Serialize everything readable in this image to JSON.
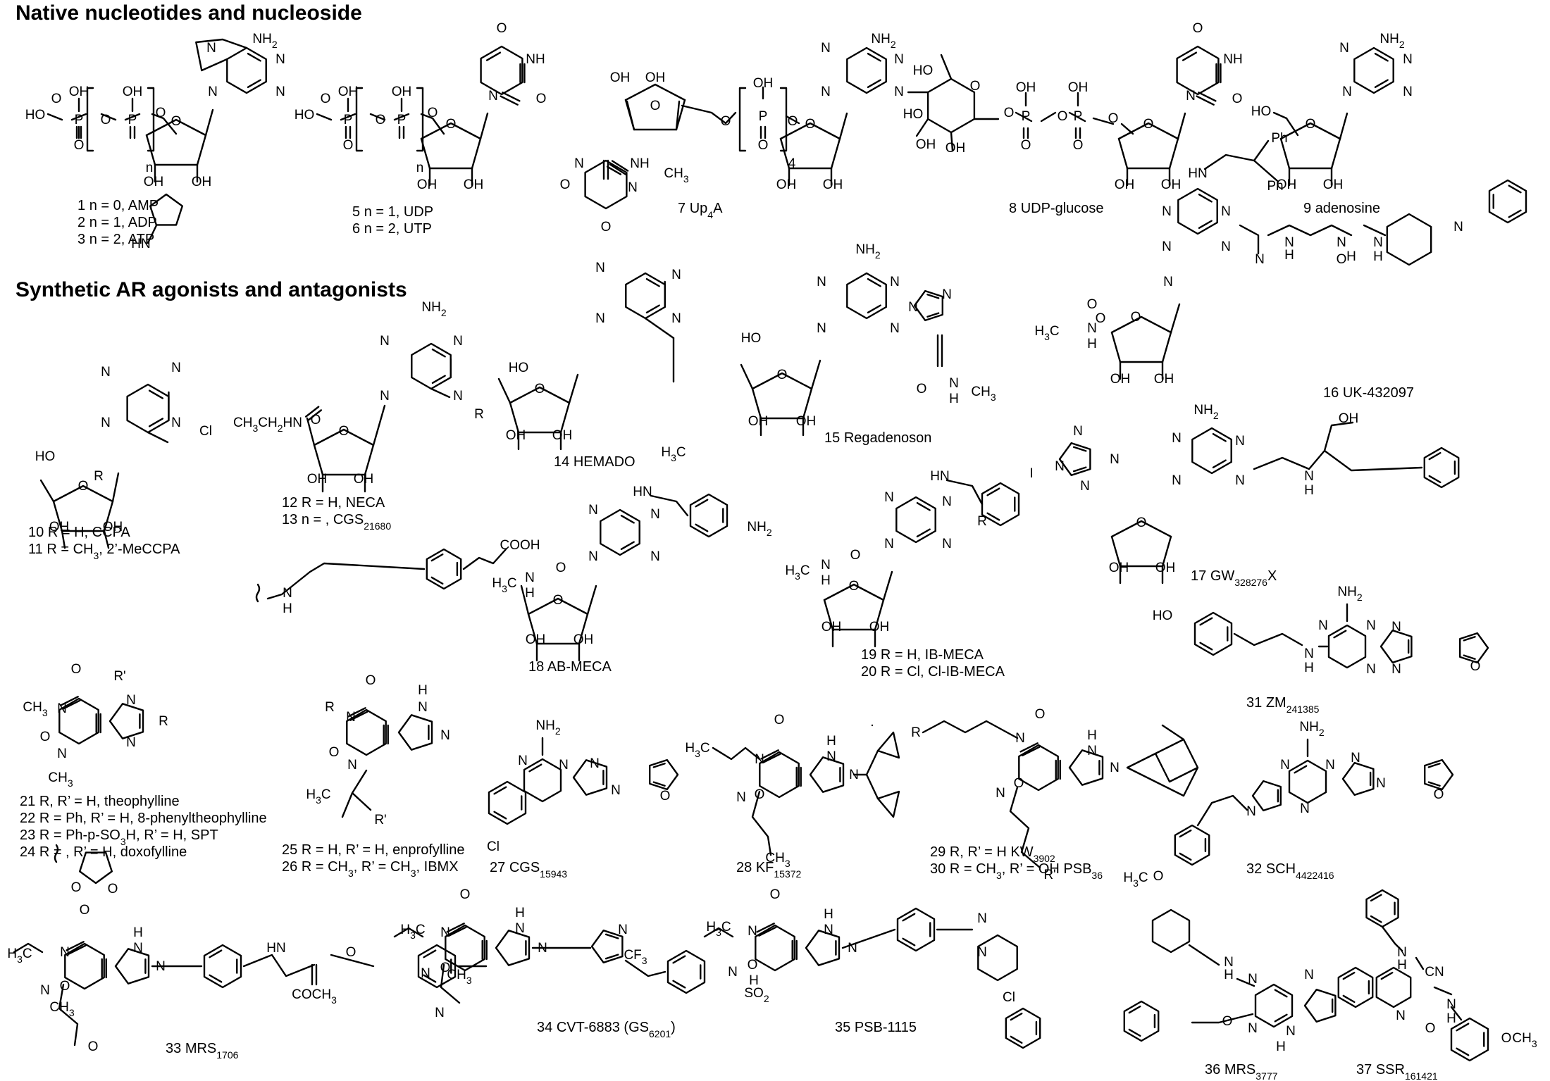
{
  "sections": [
    {
      "title": "Native nucleotides and nucleoside"
    },
    {
      "title": "Synthetic AR agonists and antagonists"
    }
  ],
  "compounds": [
    {
      "lines": [
        "1  n = 0, AMP",
        "2  n = 1, ADP",
        "3  n = 2, ATP"
      ],
      "atoms": [
        "HO",
        "P",
        "OH",
        "O",
        "P",
        "OH",
        "O",
        "O",
        "O",
        "n",
        "O",
        "OH",
        "OH",
        "N",
        "N",
        "N",
        "N",
        "NH2"
      ]
    },
    {
      "lines": [
        "5  n = 1, UDP",
        "6  n = 2, UTP"
      ],
      "atoms": [
        "HO",
        "P",
        "OH",
        "O",
        "P",
        "OH",
        "O",
        "O",
        "O",
        "n",
        "O",
        "OH",
        "OH",
        "N",
        "NH",
        "O",
        "O"
      ]
    },
    {
      "lines": [
        "7  Up4A"
      ],
      "atoms": [
        "OH",
        "OH",
        "O",
        "N",
        "NH",
        "O",
        "O",
        "O",
        "P",
        "OH",
        "O",
        "O",
        "4",
        "O",
        "OH",
        "OH",
        "N",
        "N",
        "N",
        "N",
        "NH2"
      ]
    },
    {
      "lines": [
        "8  UDP-glucose"
      ],
      "atoms": [
        "HO",
        "HO",
        "OH",
        "OH",
        "O",
        "O",
        "P",
        "OH",
        "O",
        "O",
        "P",
        "OH",
        "O",
        "O",
        "O",
        "OH",
        "OH",
        "N",
        "NH",
        "O",
        "O"
      ]
    },
    {
      "lines": [
        "9  adenosine"
      ],
      "atoms": [
        "HO",
        "O",
        "OH",
        "OH",
        "N",
        "N",
        "N",
        "N",
        "NH2"
      ]
    },
    {
      "lines": [
        "10  R = H, CCPA",
        "11  R = CH3, 2’-MeCCPA"
      ],
      "atoms": [
        "HN",
        "N",
        "N",
        "N",
        "N",
        "Cl",
        "HO",
        "O",
        "R",
        "OH",
        "OH"
      ]
    },
    {
      "lines": [
        "12  R = H, NECA",
        "13  n =        , CGS21680"
      ],
      "atoms": [
        "NH2",
        "N",
        "N",
        "N",
        "N",
        "R",
        "CH3CH2HN",
        "O",
        "O",
        "OH",
        "OH",
        "N",
        "H",
        "COOH"
      ]
    },
    {
      "lines": [
        "14  HEMADO"
      ],
      "atoms": [
        "N",
        "CH3",
        "N",
        "N",
        "N",
        "N",
        "HO",
        "O",
        "OH",
        "OH",
        "H3C"
      ]
    },
    {
      "lines": [
        "15  Regadenoson"
      ],
      "atoms": [
        "NH2",
        "N",
        "N",
        "N",
        "N",
        "N",
        "N",
        "HO",
        "O",
        "OH",
        "OH",
        "O",
        "N",
        "H",
        "CH3"
      ]
    },
    {
      "lines": [
        "16  UK-432097"
      ],
      "atoms": [
        "HN",
        "Ph",
        "Ph",
        "N",
        "N",
        "N",
        "N",
        "N",
        "N",
        "O",
        "O",
        "N",
        "H",
        "N",
        "H",
        "N",
        "H",
        "H3C",
        "N",
        "H",
        "O",
        "O",
        "OH",
        "OH",
        "N"
      ]
    },
    {
      "lines": [
        "17 GW328276X"
      ],
      "atoms": [
        "NH2",
        "N",
        "N",
        "N",
        "N",
        "N",
        "H",
        "OH",
        "N",
        "N",
        "N",
        "N",
        "O",
        "OH",
        "OH"
      ]
    },
    {
      "lines": [
        "18  AB-MECA"
      ],
      "atoms": [
        "HN",
        "NH2",
        "N",
        "N",
        "N",
        "N",
        "H3C",
        "N",
        "H",
        "O",
        "O",
        "OH",
        "OH"
      ]
    },
    {
      "lines": [
        "19  R = H, IB-MECA",
        "20  R = Cl,  Cl-IB-MECA"
      ],
      "atoms": [
        "HN",
        "I",
        "N",
        "N",
        "N",
        "N",
        "R",
        "H3C",
        "N",
        "H",
        "O",
        "O",
        "OH",
        "OH"
      ]
    },
    {
      "lines": [
        "21  R, R’ = H,  theophylline",
        "22  R = Ph, R’ = H, 8-phenyltheophylline",
        "23  R = Ph-p-SO3H, R’ = H, SPT",
        "24  R =       , R’ = H,  doxofylline"
      ],
      "atoms": [
        "CH3",
        "N",
        "O",
        "N",
        "R'",
        "R",
        "N",
        "O",
        "N",
        "CH3",
        "O",
        "O"
      ]
    },
    {
      "lines": [
        "25  R = H, R’ = H, enprofylline",
        "26  R = CH3, R’ = CH3, IBMX"
      ],
      "atoms": [
        "R",
        "N",
        "O",
        "H",
        "N",
        "N",
        "O",
        "N",
        "H3C",
        "R'"
      ]
    },
    {
      "lines": [
        "27  CGS15943"
      ],
      "atoms": [
        "NH2",
        "N",
        "N",
        "N",
        "N",
        "O",
        "Cl"
      ]
    },
    {
      "lines": [
        "28  KF15372"
      ],
      "atoms": [
        "H3C",
        "N",
        "O",
        "H",
        "N",
        "N",
        "O",
        "N",
        "CH3"
      ]
    },
    {
      "lines": [
        "29  R, R’ = H  KW3902",
        "30  R = CH3, R’ = OH  PSB36"
      ],
      "atoms": [
        "R",
        "N",
        "O",
        "H",
        "N",
        "N",
        "O",
        "N",
        "R'"
      ]
    },
    {
      "lines": [
        "31  ZM241385"
      ],
      "atoms": [
        "NH2",
        "HO",
        "N",
        "N",
        "N",
        "N",
        "N",
        "N",
        "H",
        "O"
      ]
    },
    {
      "lines": [
        "32  SCH4422416"
      ],
      "atoms": [
        "NH2",
        "N",
        "N",
        "N",
        "N",
        "N",
        "N",
        "O",
        "H3C",
        "O"
      ]
    },
    {
      "lines": [
        "33  MRS1706"
      ],
      "atoms": [
        "H3C",
        "N",
        "O",
        "H",
        "N",
        "N",
        "O",
        "N",
        "CH3",
        "O",
        "HN",
        "O",
        "COCH3"
      ]
    },
    {
      "lines": [
        "34  CVT-6883 (GS6201)"
      ],
      "atoms": [
        "H3C",
        "N",
        "O",
        "H",
        "N",
        "N",
        "O",
        "N",
        "CH3",
        "N",
        "N",
        "CF3"
      ]
    },
    {
      "lines": [
        "35  PSB-1115"
      ],
      "atoms": [
        "H3C",
        "N",
        "O",
        "H",
        "N",
        "N",
        "O",
        "N",
        "H",
        "SO2",
        "N",
        "N",
        "Cl"
      ]
    },
    {
      "lines": [
        "36  MRS3777"
      ],
      "atoms": [
        "N",
        "H",
        "N",
        "N",
        "N",
        "N",
        "O",
        "H"
      ]
    },
    {
      "lines": [
        "37  SSR161421"
      ],
      "atoms": [
        "N",
        "H",
        "CN",
        "N",
        "N",
        "H",
        "O",
        "O",
        "CH3"
      ]
    }
  ]
}
